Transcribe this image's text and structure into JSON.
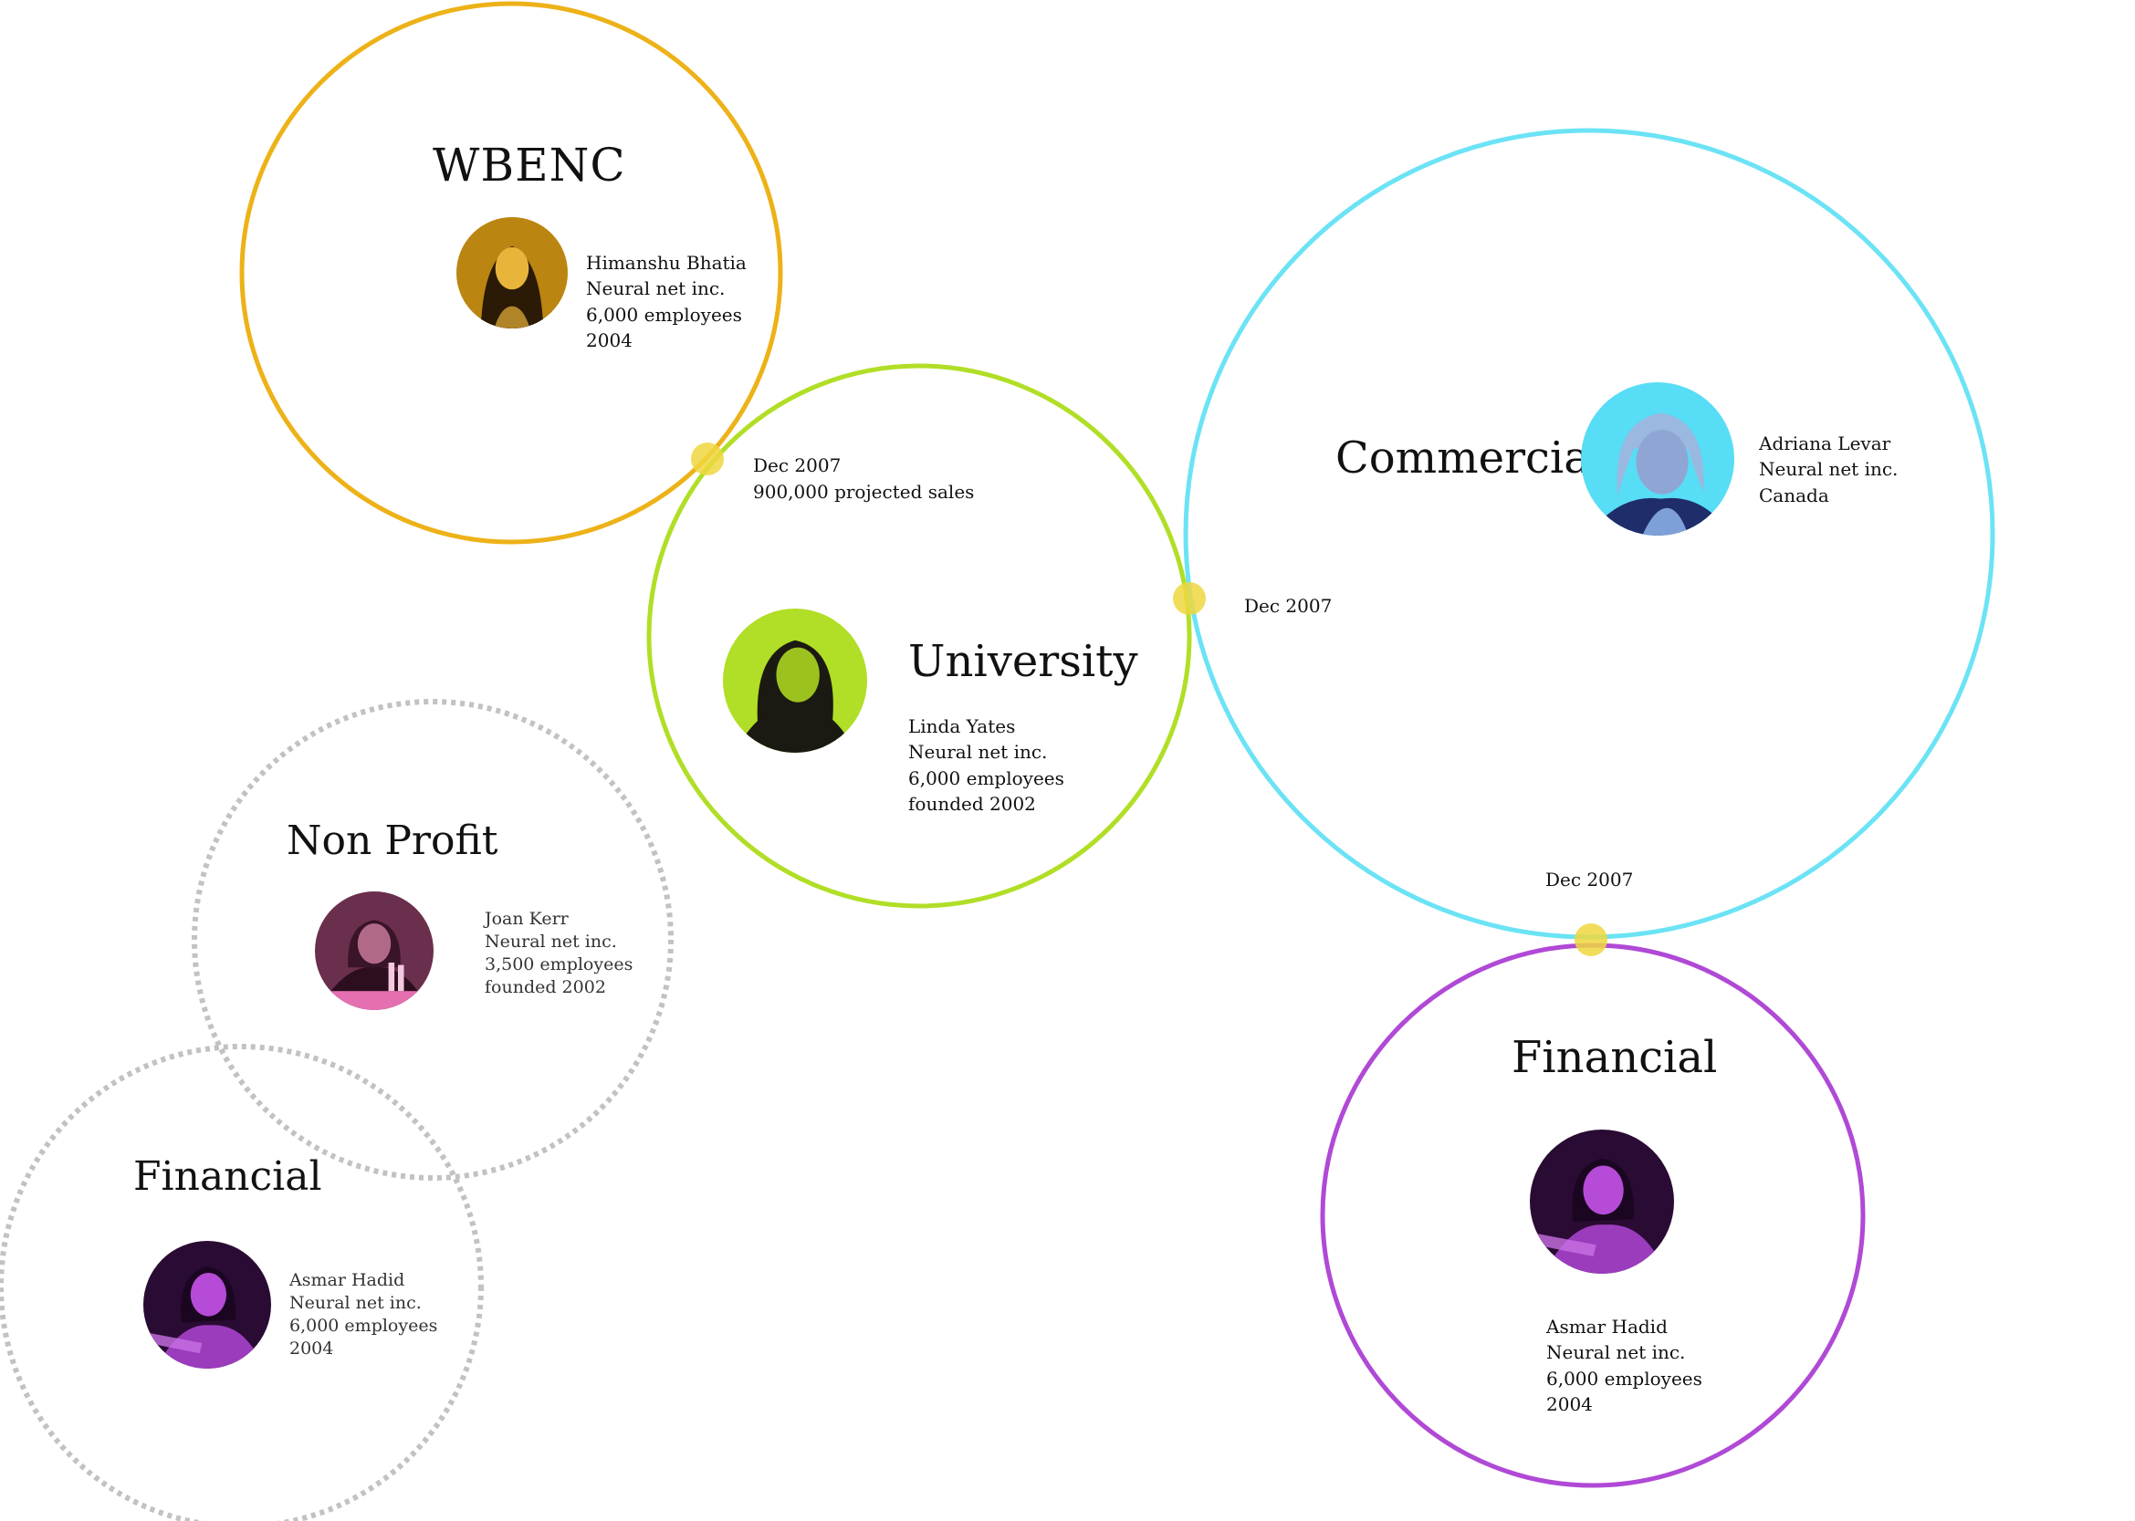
{
  "colors": {
    "wbenc": "#EDB218",
    "university": "#B1DE26",
    "commercial": "#6BE3F5",
    "financial": "#B049D6",
    "inactive": "#C2C2C2",
    "event_dot": "#EFD73E"
  },
  "nodes": {
    "wbenc": {
      "title": "WBENC",
      "person": {
        "name": "Himanshu Bhatia",
        "company": "Neural net inc.",
        "employees": "6,000 employees",
        "year": "2004"
      },
      "avatar_icon": "person-portrait-icon"
    },
    "university": {
      "title": "University",
      "person": {
        "name": "Linda Yates",
        "company": "Neural net inc.",
        "employees": "6,000 employees",
        "founded": "founded 2002"
      },
      "avatar_icon": "person-portrait-icon"
    },
    "commercial": {
      "title": "Commercial",
      "person": {
        "name": "Adriana Levar",
        "company": "Neural net inc.",
        "country": "Canada"
      },
      "avatar_icon": "person-portrait-icon"
    },
    "financial": {
      "title": "Financial",
      "person": {
        "name": "Asmar Hadid",
        "company": "Neural net inc.",
        "employees": "6,000 employees",
        "year": "2004"
      },
      "avatar_icon": "person-portrait-icon"
    },
    "nonprofit": {
      "title": "Non Profit",
      "person": {
        "name": "Joan Kerr",
        "company": "Neural net inc.",
        "employees": "3,500 employees",
        "founded": "founded 2002"
      },
      "avatar_icon": "person-portrait-icon"
    },
    "financial_inactive": {
      "title": "Financial",
      "person": {
        "name": "Asmar Hadid",
        "company": "Neural net inc.",
        "employees": "6,000 employees",
        "year": "2004"
      },
      "avatar_icon": "person-portrait-icon"
    }
  },
  "events": {
    "wbenc_university": {
      "date": "Dec 2007",
      "detail": "900,000 projected sales"
    },
    "university_commercial": {
      "date": "Dec 2007"
    },
    "commercial_financial": {
      "date": "Dec 2007"
    }
  }
}
